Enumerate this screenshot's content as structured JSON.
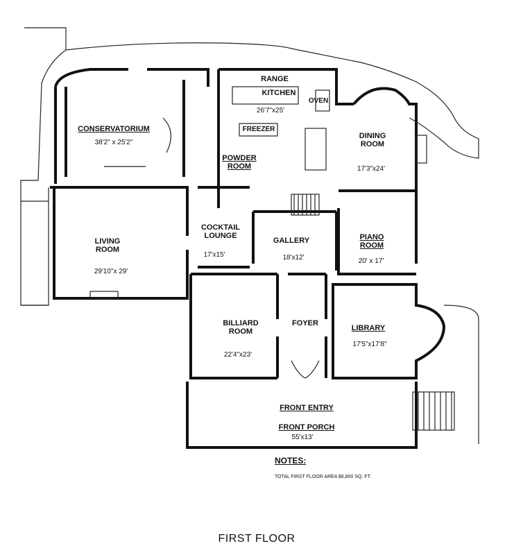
{
  "rooms": {
    "range": {
      "name": "RANGE"
    },
    "kitchen": {
      "name": "KITCHEN",
      "dim": "26'7\"x25'"
    },
    "oven": {
      "name": "OVEN"
    },
    "freezer": {
      "name": "FREEZER"
    },
    "conservatorium": {
      "name": "CONSERVATORIUM",
      "dim": "38'2\" x 25'2\""
    },
    "powder_room": {
      "name": "POWDER ROOM"
    },
    "dining_room": {
      "name": "DINING ROOM",
      "dim": "17'3\"x24'"
    },
    "living_room": {
      "name": "LIVING ROOM",
      "dim": "29'10\"x 29'"
    },
    "cocktail_lounge": {
      "name": "COCKTAIL LOUNGE",
      "dim": "17'x15'"
    },
    "gallery": {
      "name": "GALLERY",
      "dim": "18'x12'"
    },
    "piano_room": {
      "name": "PIANO ROOM",
      "dim": "20' x 17'"
    },
    "billiard_room": {
      "name": "BILLIARD ROOM",
      "dim": "22'4\"x23'"
    },
    "foyer": {
      "name": "FOYER"
    },
    "library": {
      "name": "LIBRARY",
      "dim": "17'5\"x17'8\""
    },
    "front_entry": {
      "name": "FRONT ENTRY"
    },
    "front_porch": {
      "name": "FRONT PORCH",
      "dim": "55'x13'"
    }
  },
  "notes": {
    "title": "NOTES:",
    "text": "TOTAL FIRST FLOOR AREA $6,800 SQ. FT."
  },
  "floor_title": "FIRST FLOOR"
}
